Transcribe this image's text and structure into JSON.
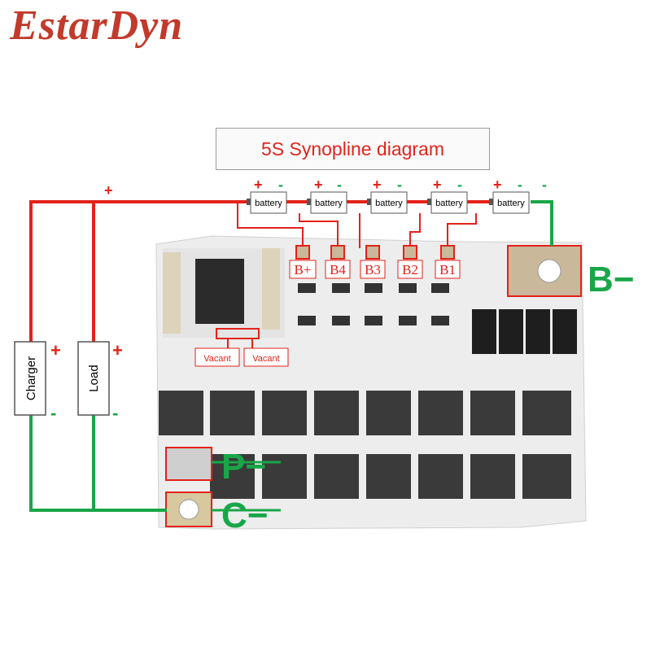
{
  "logo": "EstarDyn",
  "title": "5S Synopline diagram",
  "batteries": [
    "battery",
    "battery",
    "battery",
    "battery",
    "battery"
  ],
  "plus": "+",
  "minus": "-",
  "pads": [
    "B+",
    "B4",
    "B3",
    "B2",
    "B1"
  ],
  "vacant": [
    "Vacant",
    "Vacant"
  ],
  "charger": "Charger",
  "load": "Load",
  "terminals": {
    "b_minus": "B−",
    "p_minus": "P−",
    "c_minus": "C−"
  },
  "colors": {
    "red": "#e32219",
    "green": "#19a648",
    "pcb": "#eeeeee",
    "mosfet": "#3c3c3c"
  }
}
